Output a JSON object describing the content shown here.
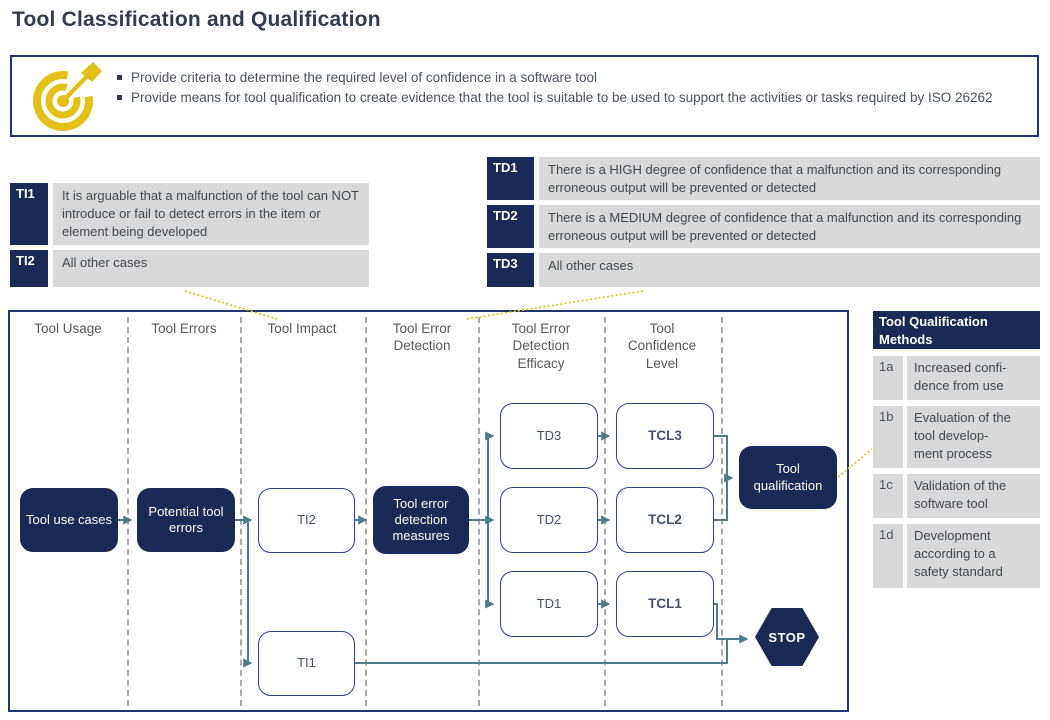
{
  "title": "Tool Classification and Qualification",
  "objective": {
    "bullets": [
      "Provide criteria to determine the required level of confidence in a software tool",
      "Provide means for tool qualification to create evidence that the tool is suitable to be used to support the activities or tasks required by ISO 26262"
    ]
  },
  "tool_impact_table": {
    "rows": [
      {
        "id": "TI1",
        "text": "It is arguable that a malfunction of the tool can NOT introduce or fail to detect errors in the item or element being developed"
      },
      {
        "id": "TI2",
        "text": "All other cases"
      }
    ]
  },
  "tool_error_detection_table": {
    "rows": [
      {
        "id": "TD1",
        "text": "There is a HIGH degree of confidence that a malfunction and its corresponding erroneous output will be prevented or detected"
      },
      {
        "id": "TD2",
        "text": "There is a MEDIUM degree of confidence that a malfunction and its corresponding erroneous output will be prevented or detected"
      },
      {
        "id": "TD3",
        "text": "All other cases"
      }
    ]
  },
  "flowchart": {
    "columns": [
      "Tool Usage",
      "Tool Errors",
      "Tool Impact",
      "Tool Error Detection",
      "Tool Error Detection Efficacy",
      "Tool Confidence Level"
    ],
    "nodes": {
      "tool_use_cases": "Tool use cases",
      "potential_tool_errors": "Potential tool errors",
      "ti2": "TI2",
      "ti1": "TI1",
      "tool_error_detection_measures": "Tool error detection measures",
      "td3": "TD3",
      "td2": "TD2",
      "td1": "TD1",
      "tcl3": "TCL3",
      "tcl2": "TCL2",
      "tcl1": "TCL1",
      "tool_qualification": "Tool qualification",
      "stop": "STOP"
    }
  },
  "qualification_methods": {
    "header": "Tool Qualification Methods",
    "rows": [
      {
        "id": "1a",
        "text": "Increased confi-\ndence from use"
      },
      {
        "id": "1b",
        "text": "Evaluation of the\ntool develop-\nment process"
      },
      {
        "id": "1c",
        "text": "Validation of the\nsoftware tool"
      },
      {
        "id": "1d",
        "text": "Development\naccording to a\nsafety standard"
      }
    ]
  },
  "colors": {
    "navy": "#1b2a55",
    "teal": "#527a87",
    "yellow": "#e2c014",
    "red": "#e02222",
    "green": "#76bc21",
    "cell_gray": "#d9d9d9"
  }
}
